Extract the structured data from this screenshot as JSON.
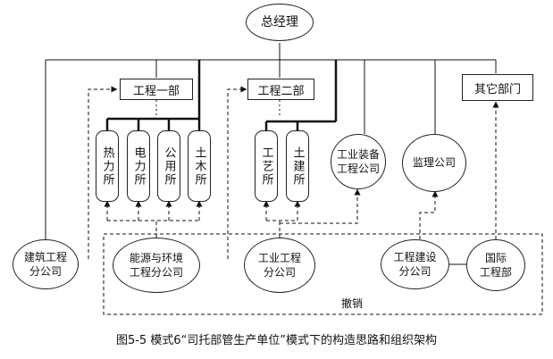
{
  "nodes": {
    "ceo": "总经理",
    "eng1": "工程一部",
    "eng2": "工程二部",
    "other_depts": "其它部门",
    "thermal": "热力所",
    "power": "电力所",
    "utility": "公用所",
    "civil1": "土木所",
    "process": "工艺所",
    "civil2": "土建所",
    "industrial_equipment": [
      "工业装备",
      "工程公司"
    ],
    "supervision": "监理公司",
    "construction": [
      "建筑工程",
      "分公司"
    ],
    "energy": [
      "能源与环境",
      "工程分公司"
    ],
    "industrial": [
      "工业工程",
      "分公司"
    ],
    "eng_construction": [
      "工程建设",
      "分公司"
    ],
    "international": [
      "国际",
      "工程部"
    ]
  },
  "labels": {
    "dots1": "⋮",
    "dots2": "⋮",
    "revoke": "撤销"
  },
  "caption": "图5-5 模式6“司托部管生产单位”模式下的构造思路和组织架构"
}
